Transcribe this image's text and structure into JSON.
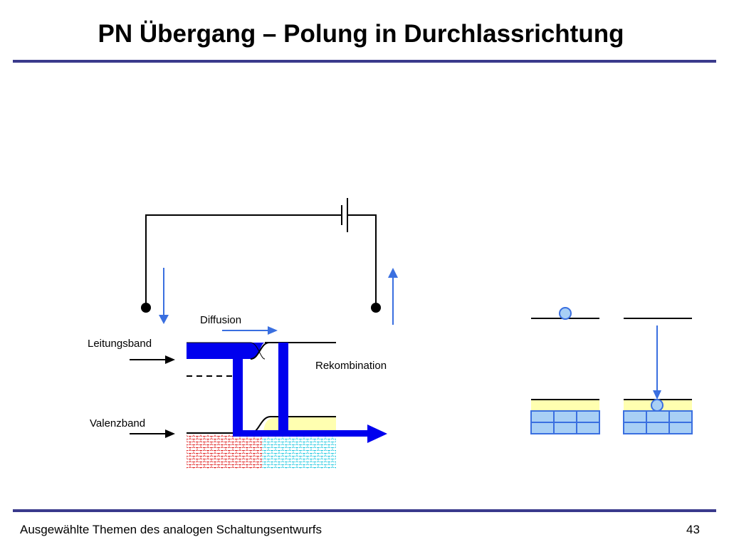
{
  "slide": {
    "title": "PN Übergang – Polung in Durchlassrichtung",
    "footer": "Ausgewählte Themen des analogen Schaltungsentwurfs",
    "page_number": "43"
  },
  "diagram": {
    "labels": {
      "diffusion": "Diffusion",
      "conduction_band": "Leitungsband",
      "valence_band": "Valenzband",
      "recombination": "Rekombination"
    }
  },
  "colors": {
    "rule": "#3a3a8c",
    "band_blue": "#0000ee",
    "arrow_blue": "#3a6fe0",
    "pale_yellow": "#ffffb0",
    "hatch_red": "#e02020",
    "hatch_cyan": "#20c8e0",
    "grid_fill": "#a8cff5",
    "grid_stroke": "#3a6fe0"
  }
}
